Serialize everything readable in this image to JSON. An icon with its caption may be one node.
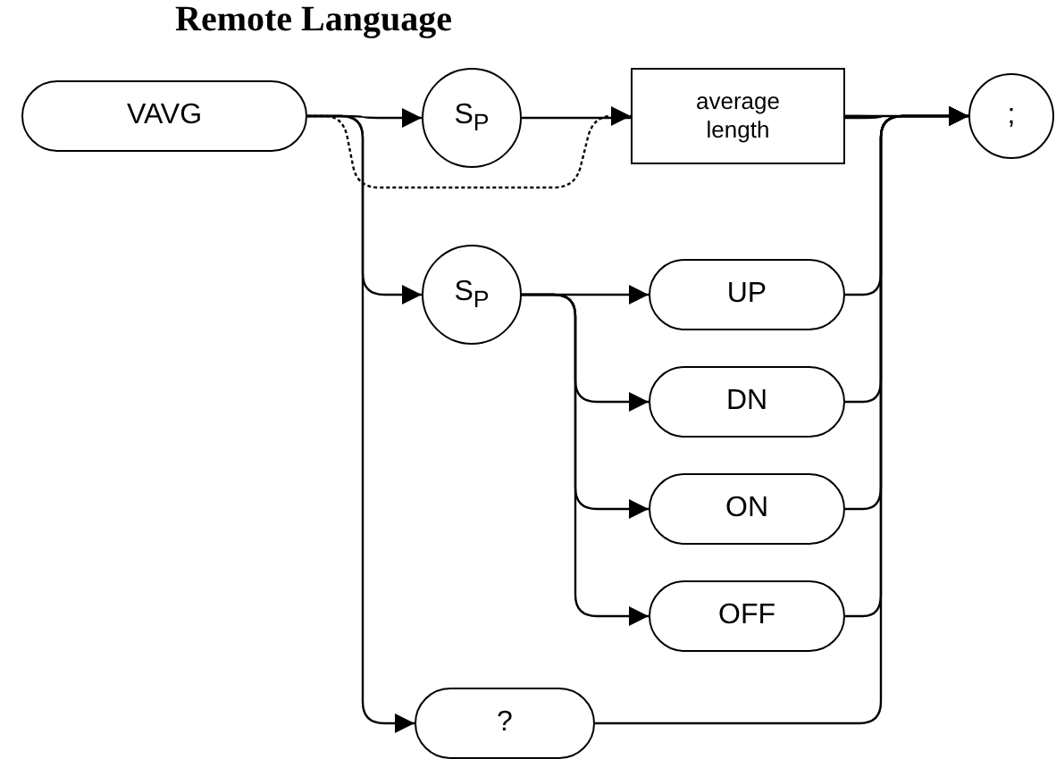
{
  "diagram": {
    "title": "Remote Language",
    "nodes": [
      {
        "text": [
          "VAVG"
        ]
      },
      {
        "text": [
          "S$_{P}$"
        ]
      },
      {
        "text": [
          "average length"
        ]
      },
      {
        "text": [
          ";"
        ]
      },
      {
        "text": [
          "S$_{P}$"
        ]
      },
      {
        "text": [
          "UP"
        ]
      },
      {
        "text": [
          "DN"
        ]
      },
      {
        "text": [
          "ON"
        ]
      },
      {
        "text": [
          "OFF"
        ]
      },
      {
        "text": [
          "?"
        ]
      }
    ],
    "edges": [
      {
        "from": 0,
        "to": 1,
        "arrow": "to"
      },
      {
        "from": 0,
        "to": 2,
        "arrow": "to",
        "style": "dashed"
      },
      {
        "from": 1,
        "to": 2,
        "arrow": "to"
      },
      {
        "from": 2,
        "to": 3,
        "arrow": "to"
      },
      {
        "from": 0,
        "to": 4,
        "arrow": "to"
      },
      {
        "from": 4,
        "to": 5,
        "arrow": "to"
      },
      {
        "from": 4,
        "to": 6,
        "arrow": "to"
      },
      {
        "from": 4,
        "to": 7,
        "arrow": "to"
      },
      {
        "from": 4,
        "to": 8,
        "arrow": "to"
      },
      {
        "from": 5,
        "to": 3,
        "arrow": "to"
      },
      {
        "from": 6,
        "to": 3,
        "arrow": "to"
      },
      {
        "from": 7,
        "to": 3,
        "arrow": "to"
      },
      {
        "from": 8,
        "to": 3,
        "arrow": "to"
      },
      {
        "from": 0,
        "to": 9,
        "arrow": "to"
      },
      {
        "from": 9,
        "to": 3,
        "arrow": "to"
      }
    ]
  }
}
